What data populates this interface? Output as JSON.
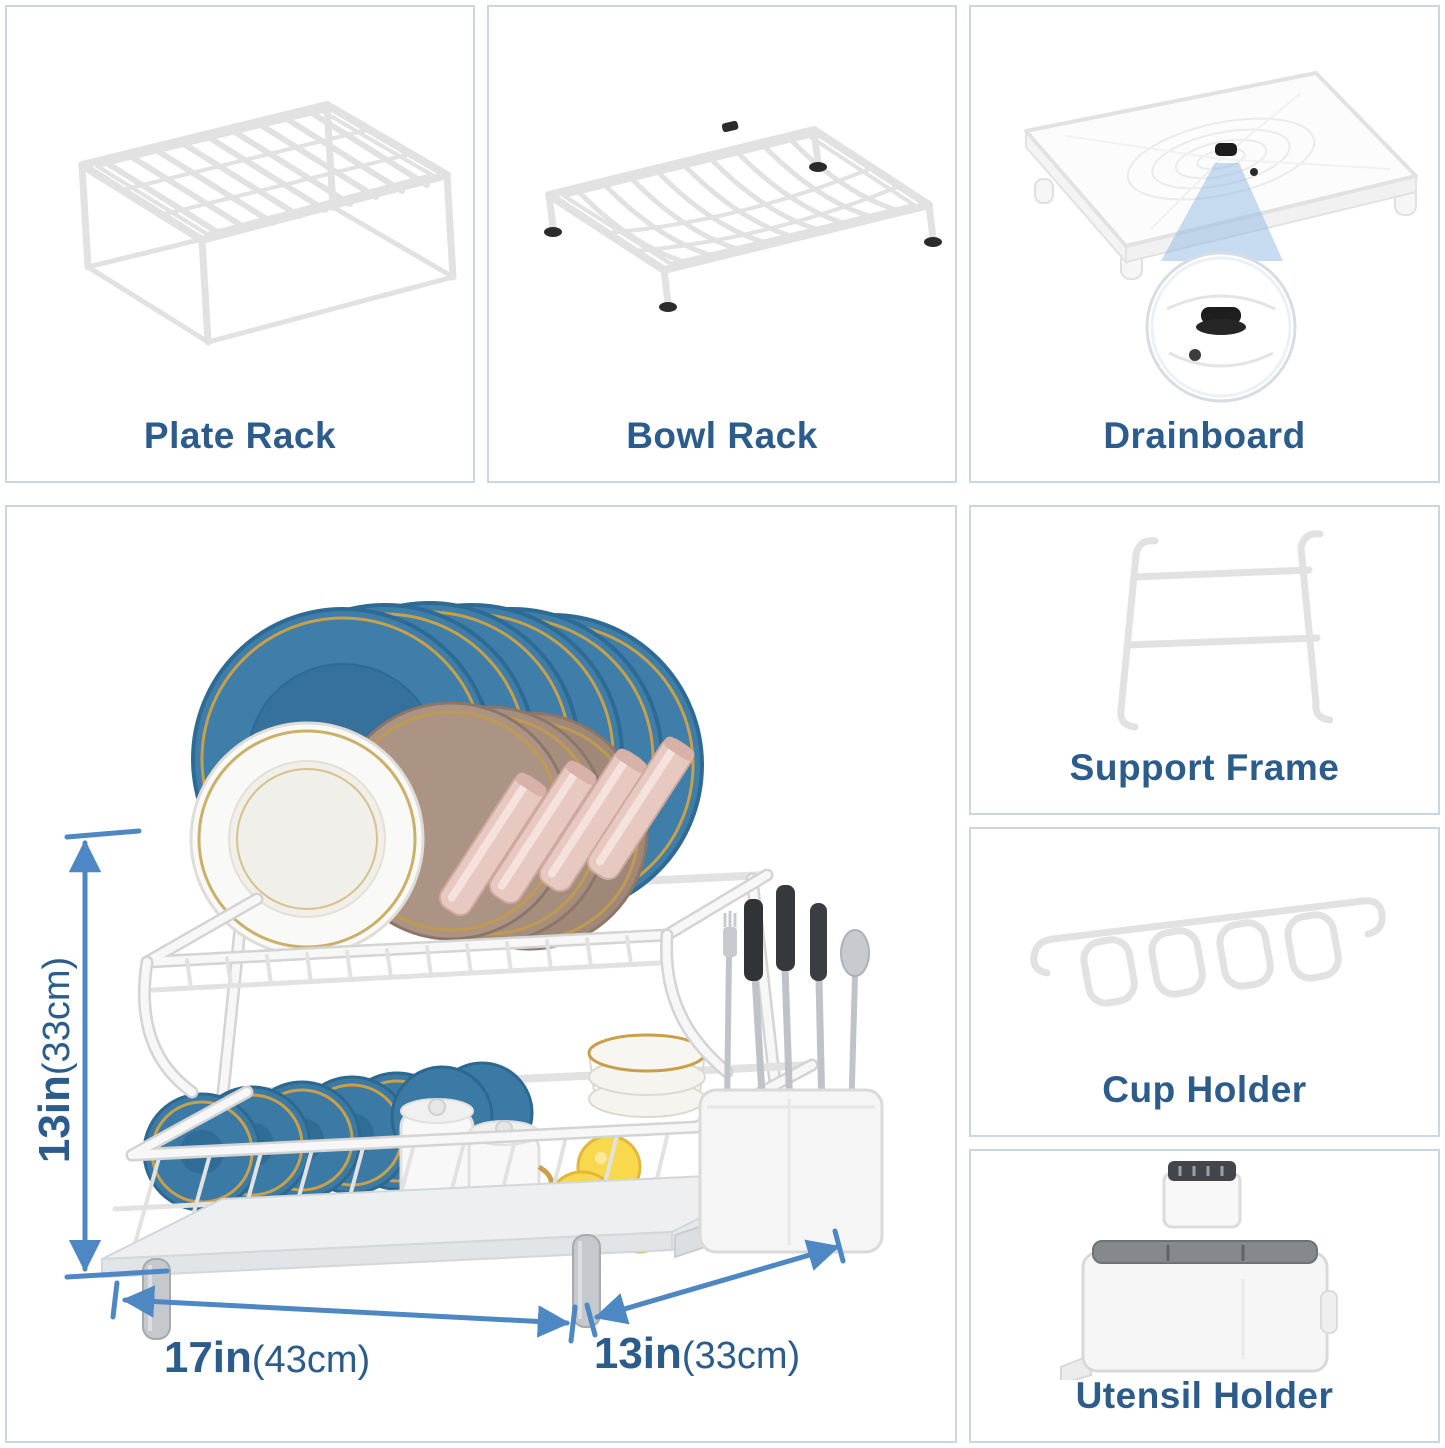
{
  "panels": {
    "plate_rack": {
      "label": "Plate Rack"
    },
    "bowl_rack": {
      "label": "Bowl Rack"
    },
    "drainboard": {
      "label": "Drainboard"
    },
    "support_frame": {
      "label": "Support Frame"
    },
    "cup_holder": {
      "label": "Cup Holder"
    },
    "utensil_holder": {
      "label": "Utensil Holder"
    }
  },
  "dimensions": {
    "height": {
      "value": "13in",
      "unit": "(33cm)"
    },
    "width": {
      "value": "17in",
      "unit": "(43cm)"
    },
    "depth": {
      "value": "13in",
      "unit": "(33cm)"
    }
  },
  "colors": {
    "panel_border": "#c9d7e3",
    "label_text": "#2b5c8c",
    "dimension_line": "#4d87c4",
    "plate_blue": "#3e7ea9",
    "gold_accent": "#c8a04a",
    "lemon_yellow": "#f8d84c"
  }
}
